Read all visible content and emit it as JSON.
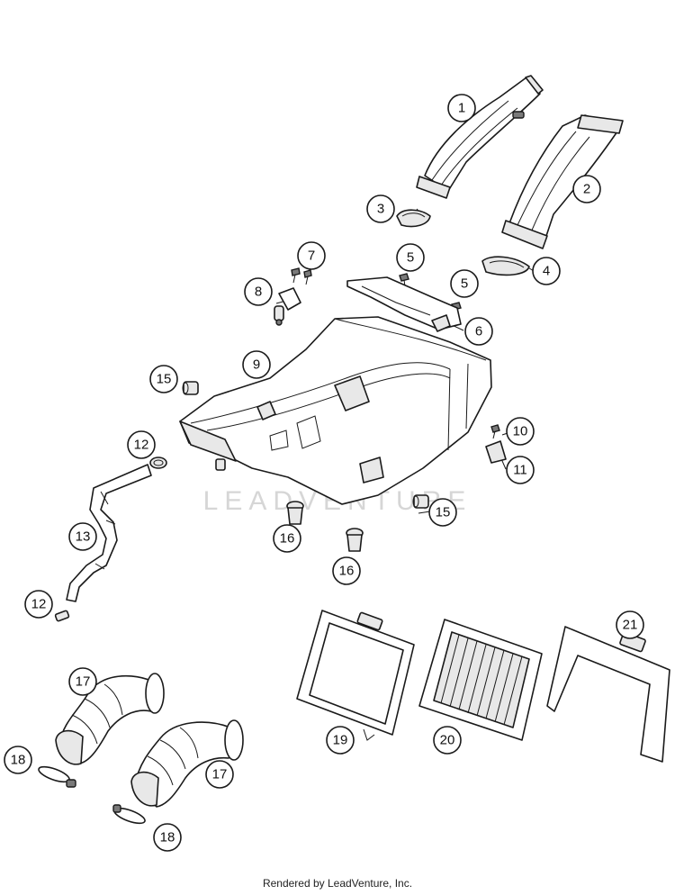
{
  "watermark": "LEADVENTURE",
  "footer": "Rendered by LeadVenture, Inc.",
  "callouts": [
    {
      "id": "c1",
      "label": "1"
    },
    {
      "id": "c2",
      "label": "2"
    },
    {
      "id": "c3",
      "label": "3"
    },
    {
      "id": "c4",
      "label": "4"
    },
    {
      "id": "c5a",
      "label": "5"
    },
    {
      "id": "c5b",
      "label": "5"
    },
    {
      "id": "c6",
      "label": "6"
    },
    {
      "id": "c7",
      "label": "7"
    },
    {
      "id": "c8",
      "label": "8"
    },
    {
      "id": "c9",
      "label": "9"
    },
    {
      "id": "c10",
      "label": "10"
    },
    {
      "id": "c11",
      "label": "11"
    },
    {
      "id": "c12a",
      "label": "12"
    },
    {
      "id": "c12b",
      "label": "12"
    },
    {
      "id": "c13",
      "label": "13"
    },
    {
      "id": "c15a",
      "label": "15"
    },
    {
      "id": "c15b",
      "label": "15"
    },
    {
      "id": "c16a",
      "label": "16"
    },
    {
      "id": "c16b",
      "label": "16"
    },
    {
      "id": "c17a",
      "label": "17"
    },
    {
      "id": "c17b",
      "label": "17"
    },
    {
      "id": "c18a",
      "label": "18"
    },
    {
      "id": "c18b",
      "label": "18"
    },
    {
      "id": "c19",
      "label": "19"
    },
    {
      "id": "c20",
      "label": "20"
    },
    {
      "id": "c21",
      "label": "21"
    }
  ]
}
